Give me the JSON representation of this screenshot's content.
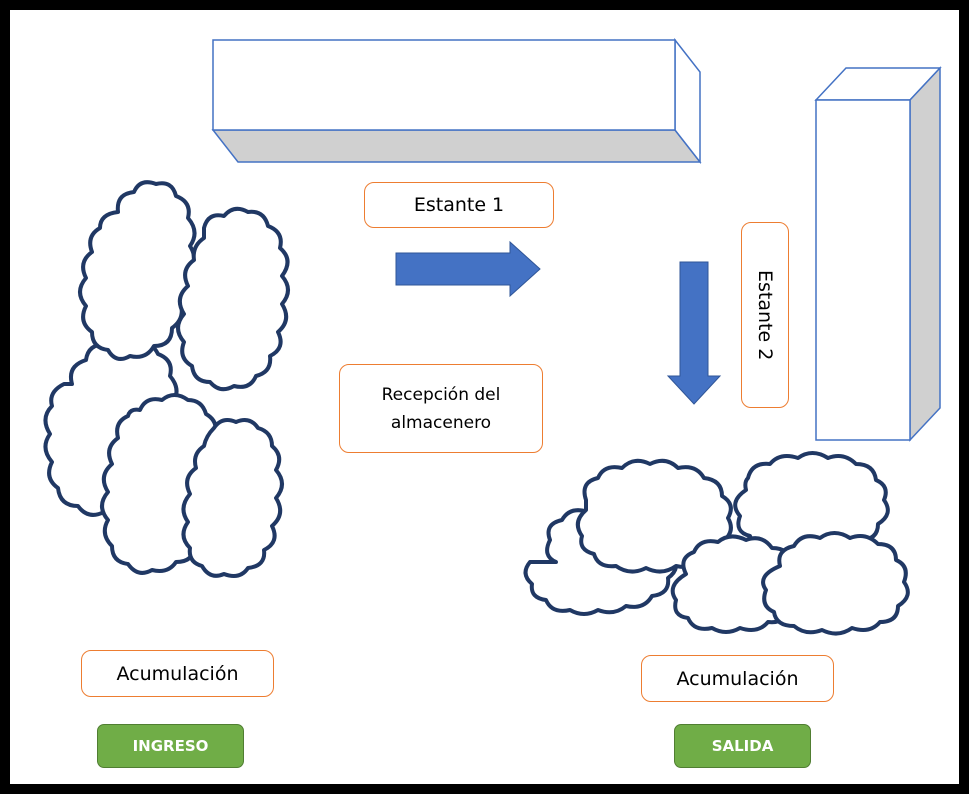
{
  "labels": {
    "shelf_1": "Estante 1",
    "shelf_2": "Estante 2",
    "reception": "Recepción del almacenero",
    "accumulation_left": "Acumulación",
    "accumulation_right": "Acumulación"
  },
  "badges": {
    "ingreso": "INGRESO",
    "salida": "SALIDA"
  },
  "colors": {
    "frame": "#000000",
    "shelf_outline": "#4472c4",
    "shelf_shade": "#d0d0d0",
    "arrow": "#4472c4",
    "cloud_outline": "#203864",
    "label_border": "#ed7d31",
    "badge_fill": "#70ad47"
  }
}
